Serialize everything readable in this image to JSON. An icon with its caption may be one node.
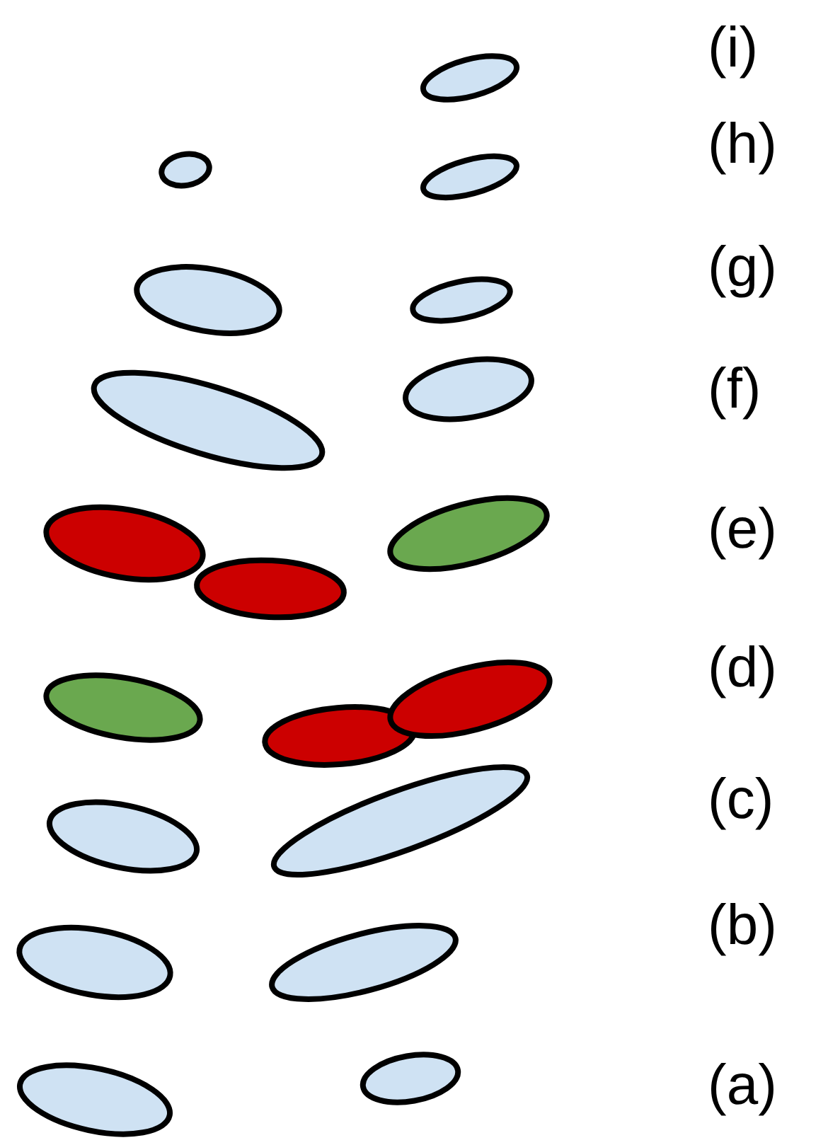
{
  "diagram": {
    "labels": [
      "(i)",
      "(h)",
      "(g)",
      "(f)",
      "(e)",
      "(d)",
      "(c)",
      "(b)",
      "(a)"
    ]
  }
}
